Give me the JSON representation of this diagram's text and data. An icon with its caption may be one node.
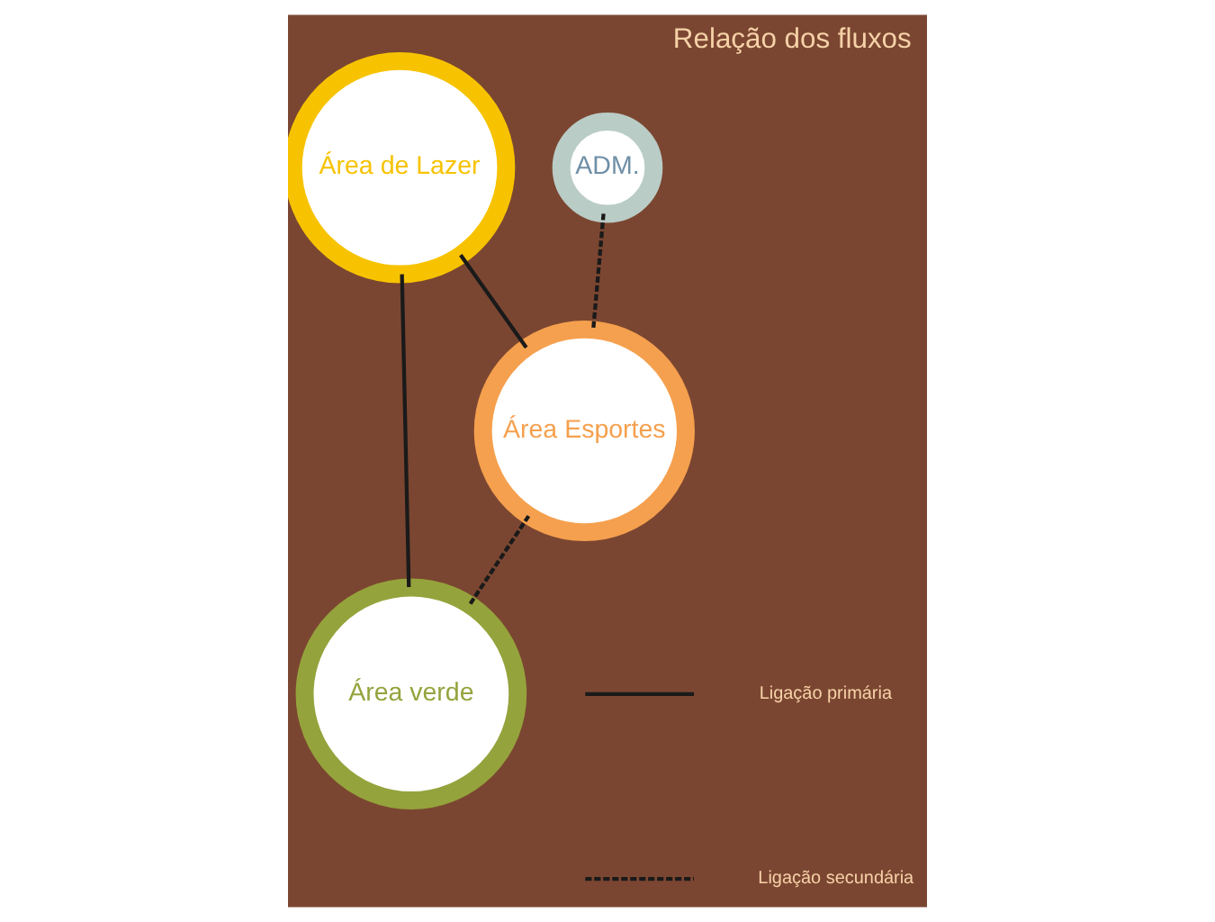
{
  "diagram": {
    "title": "Relação dos fluxos",
    "nodes": [
      {
        "text": [
          "Área de Lazer"
        ]
      },
      {
        "text": [
          "Área verde"
        ]
      },
      {
        "text": [
          "ADM."
        ]
      },
      {
        "text": [
          "Área Esportes"
        ]
      }
    ],
    "edges": [
      {
        "from": 0,
        "to": 3,
        "arrow": "none"
      },
      {
        "from": 0,
        "to": 1,
        "arrow": "none"
      },
      {
        "from": 3,
        "to": 1,
        "arrow": "none",
        "style": "dashed"
      },
      {
        "from": 2,
        "to": 3,
        "arrow": "none",
        "style": "dashed"
      }
    ],
    "legend": [
      {
        "text": "Ligação primária"
      },
      {
        "text": "Ligação secundária"
      }
    ]
  }
}
